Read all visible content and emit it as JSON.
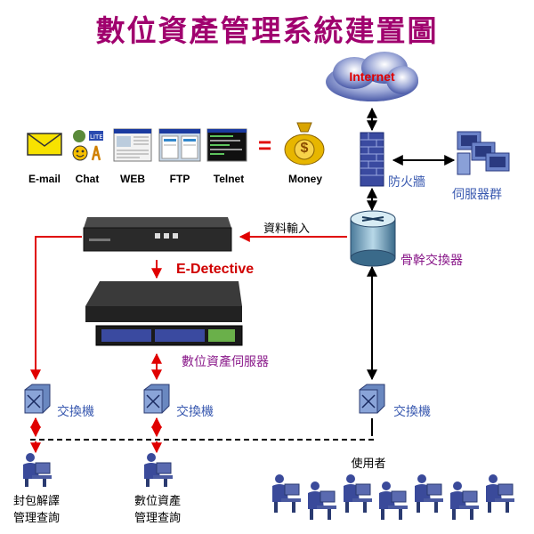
{
  "title": "數位資產管理系統建置圖",
  "internet": {
    "label": "Internet"
  },
  "services": [
    "E-mail",
    "Chat",
    "WEB",
    "FTP",
    "Telnet"
  ],
  "equals": "=",
  "money": {
    "label": "Money",
    "symbol": "$"
  },
  "firewall": {
    "label": "防火牆"
  },
  "server_group": {
    "label": "伺服器群"
  },
  "data_input": {
    "label": "資料輸入"
  },
  "core_switch": {
    "label": "骨幹交換器"
  },
  "edetective": {
    "label": "E-Detective"
  },
  "digital_server": {
    "label": "數位資產伺服器"
  },
  "switches": [
    {
      "label": "交換機"
    },
    {
      "label": "交換機"
    },
    {
      "label": "交換機"
    }
  ],
  "stations": {
    "decode_line1": "封包解譯",
    "decode_line2": "管理查詢",
    "asset_line1": "數位資產",
    "asset_line2": "管理查詢",
    "users": "使用者"
  },
  "colors": {
    "title": "#a0006e",
    "blue_label": "#3a5ab0",
    "purple_label": "#8a1a8a",
    "red_line": "#e00000",
    "black_line": "#000000"
  }
}
